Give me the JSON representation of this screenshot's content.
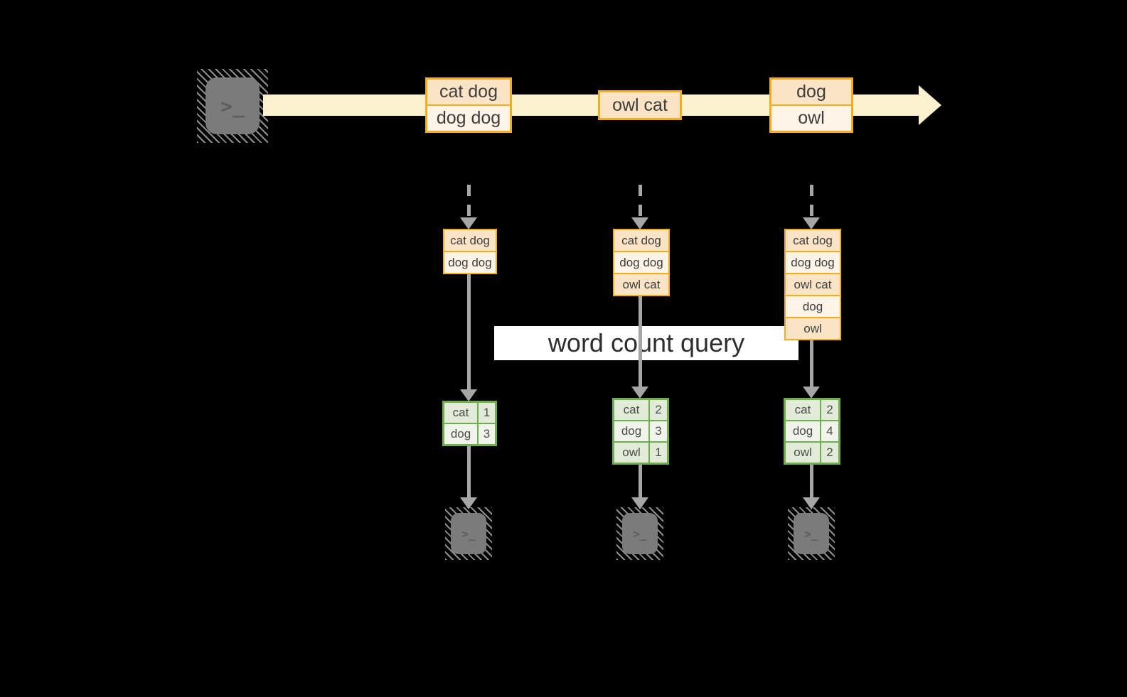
{
  "colors": {
    "background": "#000000",
    "stream_band": "#FCF1CE",
    "event_border": "#F2AD1C",
    "event_fill_dark": "#FBE4C6",
    "event_fill_light": "#FDF3E6",
    "count_border": "#6FAE4E",
    "count_fill_dark": "#E1EBD7",
    "count_fill_light": "#F0F5EC",
    "arrow_gray": "#A6A6A6",
    "terminal_gray": "#7B7B7B",
    "banner_bg": "#FFFFFF"
  },
  "terminal_prompt": ">_",
  "stream": {
    "events": [
      {
        "lines": [
          "cat dog",
          "dog dog"
        ]
      },
      {
        "lines": [
          "owl cat"
        ]
      },
      {
        "lines": [
          "dog",
          "owl"
        ]
      }
    ]
  },
  "banner": {
    "label": "word count query"
  },
  "columns": [
    {
      "buffer": [
        "cat dog",
        "dog dog"
      ],
      "counts": [
        {
          "word": "cat",
          "count": "1"
        },
        {
          "word": "dog",
          "count": "3"
        }
      ]
    },
    {
      "buffer": [
        "cat dog",
        "dog dog",
        "owl cat"
      ],
      "counts": [
        {
          "word": "cat",
          "count": "2"
        },
        {
          "word": "dog",
          "count": "3"
        },
        {
          "word": "owl",
          "count": "1"
        }
      ]
    },
    {
      "buffer": [
        "cat dog",
        "dog dog",
        "owl cat",
        "dog",
        "owl"
      ],
      "counts": [
        {
          "word": "cat",
          "count": "2"
        },
        {
          "word": "dog",
          "count": "4"
        },
        {
          "word": "owl",
          "count": "2"
        }
      ]
    }
  ]
}
